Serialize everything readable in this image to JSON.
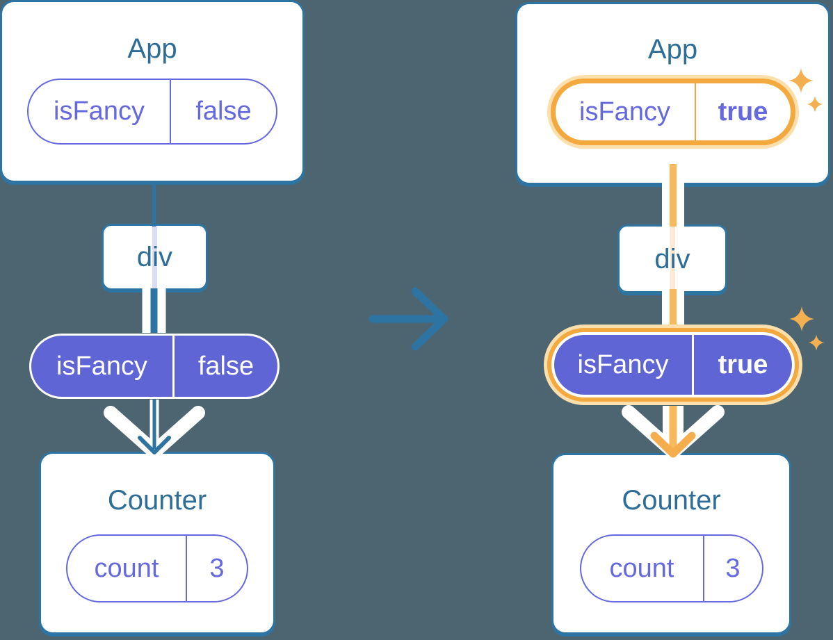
{
  "colors": {
    "background": "#4d6571",
    "structure_blue": "#2d74a3",
    "heading_blue": "#2e6d97",
    "purple": "#6569dd",
    "purple_fill": "#6065d6",
    "highlight_orange": "#f3a93e",
    "orange_line": "#f7b95c",
    "orange_glow": "#fbe0ae",
    "sparkle_orange": "#f2b050",
    "white": "#ffffff"
  },
  "icons": {
    "transition": "right-arrow-icon",
    "highlight": "sparkle-icon",
    "flow": "down-arrow-icon"
  },
  "left": {
    "app": {
      "title": "App",
      "prop_name": "isFancy",
      "prop_value": "false"
    },
    "div_label": "div",
    "passed_prop": {
      "name": "isFancy",
      "value": "false"
    },
    "counter": {
      "title": "Counter",
      "state_name": "count",
      "state_value": "3"
    }
  },
  "right": {
    "app": {
      "title": "App",
      "prop_name": "isFancy",
      "prop_value": "true"
    },
    "div_label": "div",
    "passed_prop": {
      "name": "isFancy",
      "value": "true"
    },
    "counter": {
      "title": "Counter",
      "state_name": "count",
      "state_value": "3"
    }
  }
}
